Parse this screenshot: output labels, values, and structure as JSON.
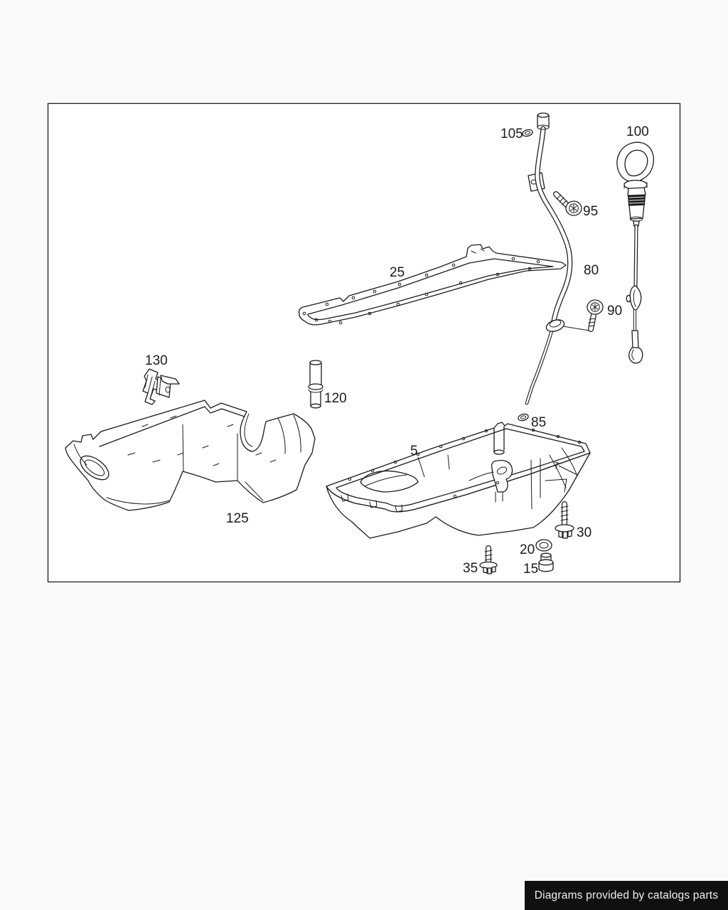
{
  "colors": {
    "page_bg": "#fafafa",
    "panel_bg": "#ffffff",
    "line": "#1b1b1b",
    "footer_bg": "#101010",
    "footer_text": "#f0f0f0"
  },
  "callouts": [
    {
      "label": "105"
    },
    {
      "label": "100"
    },
    {
      "label": "95"
    },
    {
      "label": "25"
    },
    {
      "label": "80"
    },
    {
      "label": "90"
    },
    {
      "label": "130"
    },
    {
      "label": "120"
    },
    {
      "label": "85"
    },
    {
      "label": "5"
    },
    {
      "label": "125"
    },
    {
      "label": "30"
    },
    {
      "label": "20"
    },
    {
      "label": "35"
    },
    {
      "label": "15"
    }
  ],
  "footer": {
    "text": "Diagrams provided by catalogs parts"
  }
}
